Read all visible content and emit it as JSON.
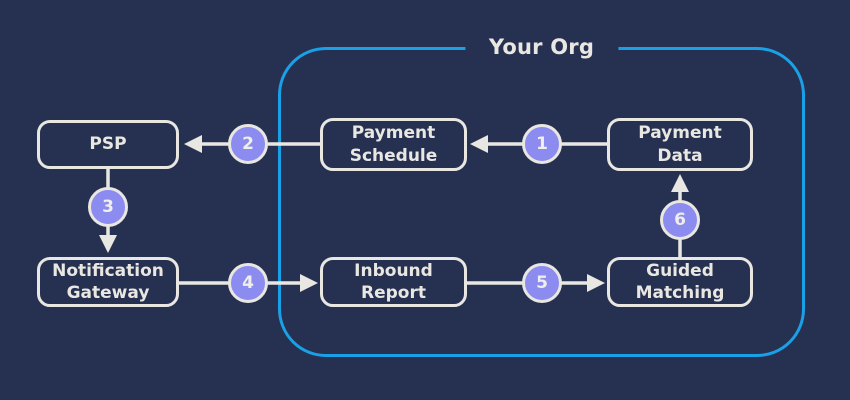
{
  "diagram": {
    "container": {
      "label": "Your Org"
    },
    "nodes": [
      {
        "id": "psp",
        "label": "PSP"
      },
      {
        "id": "payment-schedule",
        "label": "Payment\nSchedule"
      },
      {
        "id": "payment-data",
        "label": "Payment\nData"
      },
      {
        "id": "notification-gateway",
        "label": "Notification\nGateway"
      },
      {
        "id": "inbound-report",
        "label": "Inbound\nReport"
      },
      {
        "id": "guided-matching",
        "label": "Guided\nMatching"
      }
    ],
    "steps": [
      {
        "number": "1",
        "from": "Payment Data",
        "to": "Payment Schedule",
        "direction": "left"
      },
      {
        "number": "2",
        "from": "Payment Schedule",
        "to": "PSP",
        "direction": "left"
      },
      {
        "number": "3",
        "from": "PSP",
        "to": "Notification Gateway",
        "direction": "down"
      },
      {
        "number": "4",
        "from": "Notification Gateway",
        "to": "Inbound Report",
        "direction": "right"
      },
      {
        "number": "5",
        "from": "Inbound Report",
        "to": "Guided Matching",
        "direction": "right"
      },
      {
        "number": "6",
        "from": "Guided Matching",
        "to": "Payment Data",
        "direction": "up"
      }
    ],
    "colors": {
      "background": "#263051",
      "node_border": "#E9E7E1",
      "step_fill": "#8B8BF0",
      "org_border": "#1AA0E6",
      "text": "#E9E7E1"
    }
  }
}
